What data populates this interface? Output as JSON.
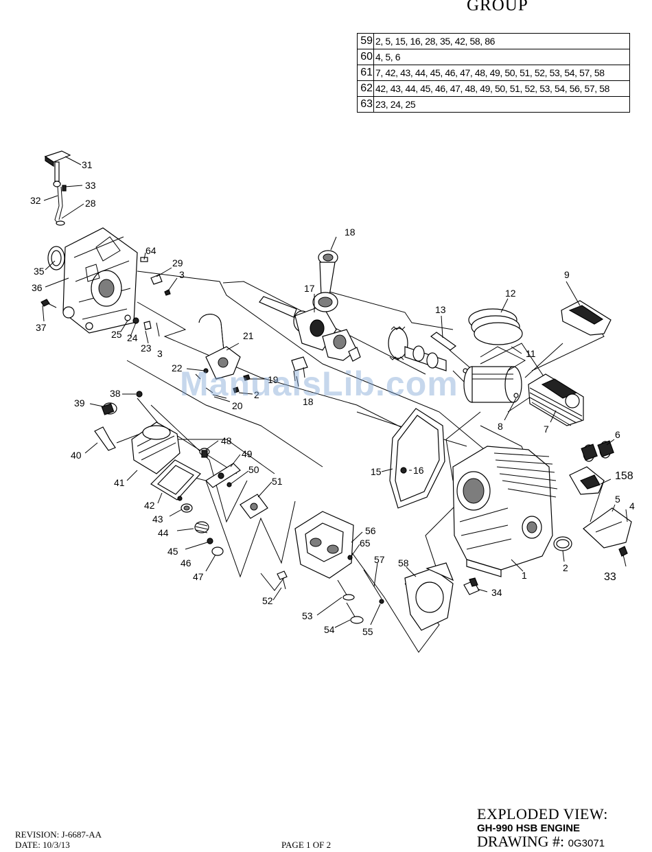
{
  "header": {
    "group_title": "GROUP"
  },
  "groups": [
    {
      "num": "59",
      "parts": "2, 5, 15, 16, 28, 35, 42, 58, 86"
    },
    {
      "num": "60",
      "parts": "4, 5, 6"
    },
    {
      "num": "61",
      "parts": "7, 42, 43, 44, 45, 46, 47, 48, 49, 50, 51, 52, 53, 54, 57, 58"
    },
    {
      "num": "62",
      "parts": "42, 43, 44, 45, 46, 47, 48, 49, 50, 51, 52, 53, 54, 56, 57, 58"
    },
    {
      "num": "63",
      "parts": "23, 24, 25"
    }
  ],
  "callouts": {
    "c1": "1",
    "c2": "2",
    "c2b": "2",
    "c3": "3",
    "c3b": "3",
    "c4": "4",
    "c5": "5",
    "c6": "6",
    "c7": "7",
    "c8": "8",
    "c9": "9",
    "c11": "11",
    "c12": "12",
    "c13": "13",
    "c15": "15",
    "c16": "16",
    "c17": "17",
    "c18": "18",
    "c18b": "18",
    "c19": "19",
    "c20": "20",
    "c21": "21",
    "c22": "22",
    "c23": "23",
    "c24": "24",
    "c25": "25",
    "c28": "28",
    "c29": "29",
    "c31": "31",
    "c32": "32",
    "c33": "33",
    "c33b": "33",
    "c34": "34",
    "c35": "35",
    "c36": "36",
    "c37": "37",
    "c38": "38",
    "c39": "39",
    "c40": "40",
    "c41": "41",
    "c42": "42",
    "c43": "43",
    "c44": "44",
    "c45": "45",
    "c46": "46",
    "c47": "47",
    "c48": "48",
    "c49": "49",
    "c50": "50",
    "c51": "51",
    "c52": "52",
    "c53": "53",
    "c54": "54",
    "c55": "55",
    "c56": "56",
    "c57": "57",
    "c58": "58",
    "c64": "64",
    "c65": "65",
    "c158": "158"
  },
  "watermark": "ManualsLib.com",
  "footer": {
    "revision": "REVISION:  J-6687-AA",
    "date": "DATE:  10/3/13",
    "page": "PAGE 1 OF 2",
    "view_title": "EXPLODED VIEW:",
    "engine": "GH-990 HSB ENGINE",
    "drawing_label": "DRAWING #: ",
    "drawing_number": "0G3071"
  }
}
